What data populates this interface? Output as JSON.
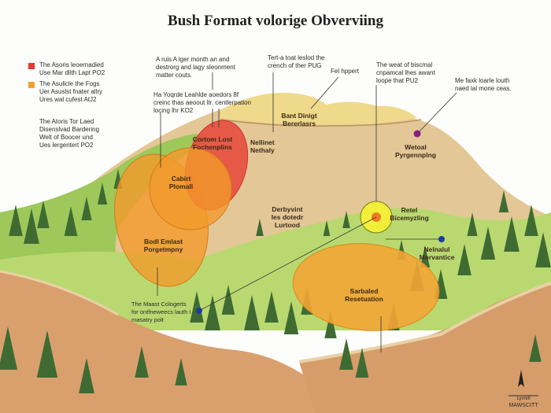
{
  "title": "Bush Format volorige Obverviing",
  "legend": [
    {
      "text": "The Asoris leoernadied\nUse Mar dlith Lapt PO2",
      "color": "#e23b32"
    },
    {
      "text": "The Asulicle the Fogs\nUer Asuslst fnater allry\nUres wal cufest AtJ2",
      "color": "#f0a030"
    },
    {
      "text": "The Atoris Tor Laed\nDisenslvad Bardering\nWelt of Boocer und\nUes lergentert PO2"
    }
  ],
  "callouts": {
    "top_left": "A ruis A lger month an and\ndestrorg and lagy sleonment\nmatter couts.",
    "mid_left": "Ha Yoqrde Leahlde aoedors 8f\ncreinc thas aeoout ltr. centlerpation\nlocing lhr KO2",
    "top_center": "Tert-a toat leslod the\ncrench of ther PUG",
    "peak": "Fel hppert",
    "top_right": "The weat of biscmal\ncnpamcal lhes awant\nloope that PU2",
    "far_right": "Me faxk loarle louth\nnaed lal mone ceas.",
    "bottom_left": "The Maast Cologerts\nfor ontfneweecs lauth I\nmasatry polt"
  },
  "zones": {
    "summit": "Bant Dinigt\nBererlasrs",
    "ridge": "Nellinet\nNethaly",
    "purple_site": "Wetoal\nPyrgennplng",
    "red_zone": "Cortom Lost\nFochenplins",
    "orange_upper": "Cabirt\nPlomall",
    "orange_lower": "Bodl Emlast\nPorgetmpny",
    "midslope": "Derbyvint\nles dotedr\nLurtood",
    "yellow_site": "Retel\nBicemyzling",
    "blue_site": "Nelnalul\nMorvantice",
    "orange_right": "Sarbaled\nResetuation"
  },
  "compass": {
    "label": "MAWSCITT",
    "scale_label": "Lyvrell"
  },
  "colors": {
    "red": "#e23b32",
    "orange": "#f39a2a",
    "yellow": "#f2ef3a",
    "purple": "#8a1f86",
    "blue": "#1d3aa0"
  }
}
